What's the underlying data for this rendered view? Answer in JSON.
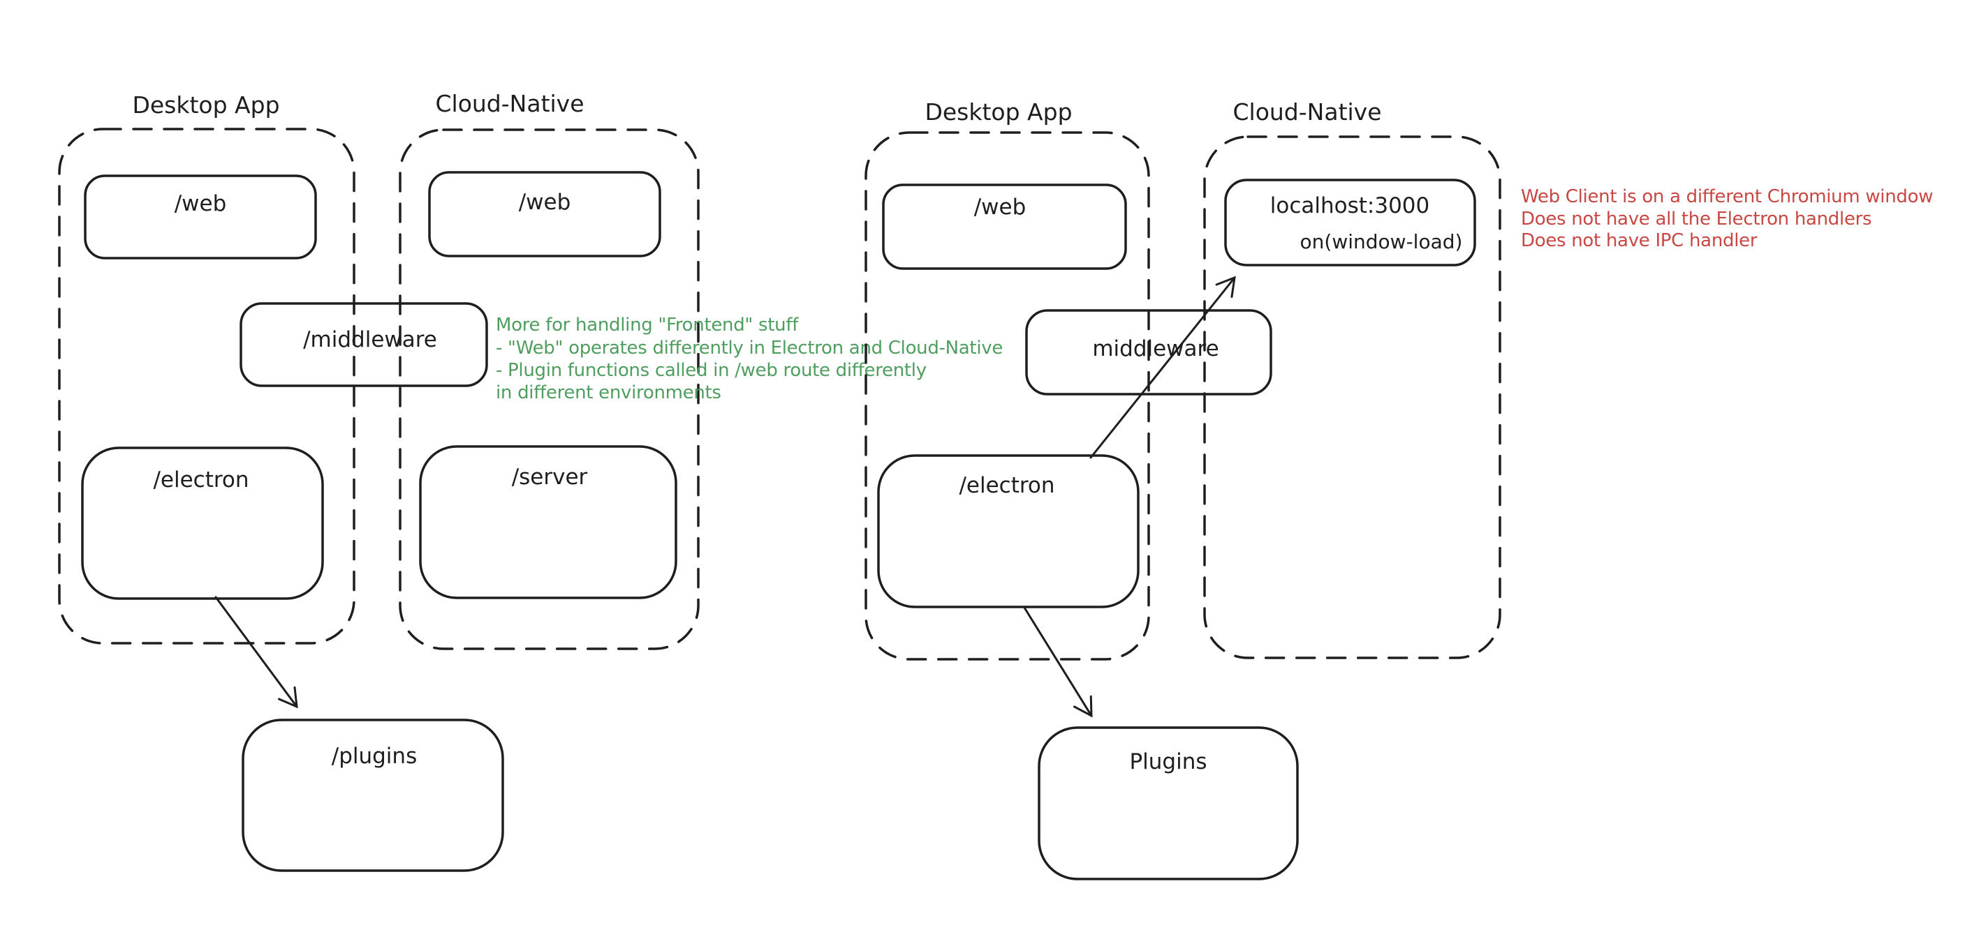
{
  "colors": {
    "ink": "#1e1e1e",
    "red": "#c84743",
    "green": "#4f9e5f",
    "background": "#ffffff"
  },
  "left_diagram": {
    "desktop_app": {
      "label": "Desktop App",
      "web": "/web",
      "electron": "/electron"
    },
    "cloud_native": {
      "label": "Cloud-Native",
      "web": "/web",
      "server": "/server"
    },
    "middleware": "/middleware",
    "plugins": "/plugins",
    "note_lines": [
      "More for handling \"Frontend\" stuff",
      "- \"Web\" operates differently in Electron and Cloud-Native",
      "- Plugin functions called in /web route differently",
      "in different environments"
    ]
  },
  "right_diagram": {
    "desktop_app": {
      "label": "Desktop App",
      "web": "/web",
      "electron": "/electron"
    },
    "cloud_native": {
      "label": "Cloud-Native",
      "localhost": "localhost:3000",
      "on_window_load": "on(window-load)"
    },
    "middleware": "middleware",
    "plugins": "Plugins",
    "note_lines": [
      "Web Client is on a different Chromium window",
      "Does not have all the Electron handlers",
      "Does not have IPC handler"
    ]
  }
}
